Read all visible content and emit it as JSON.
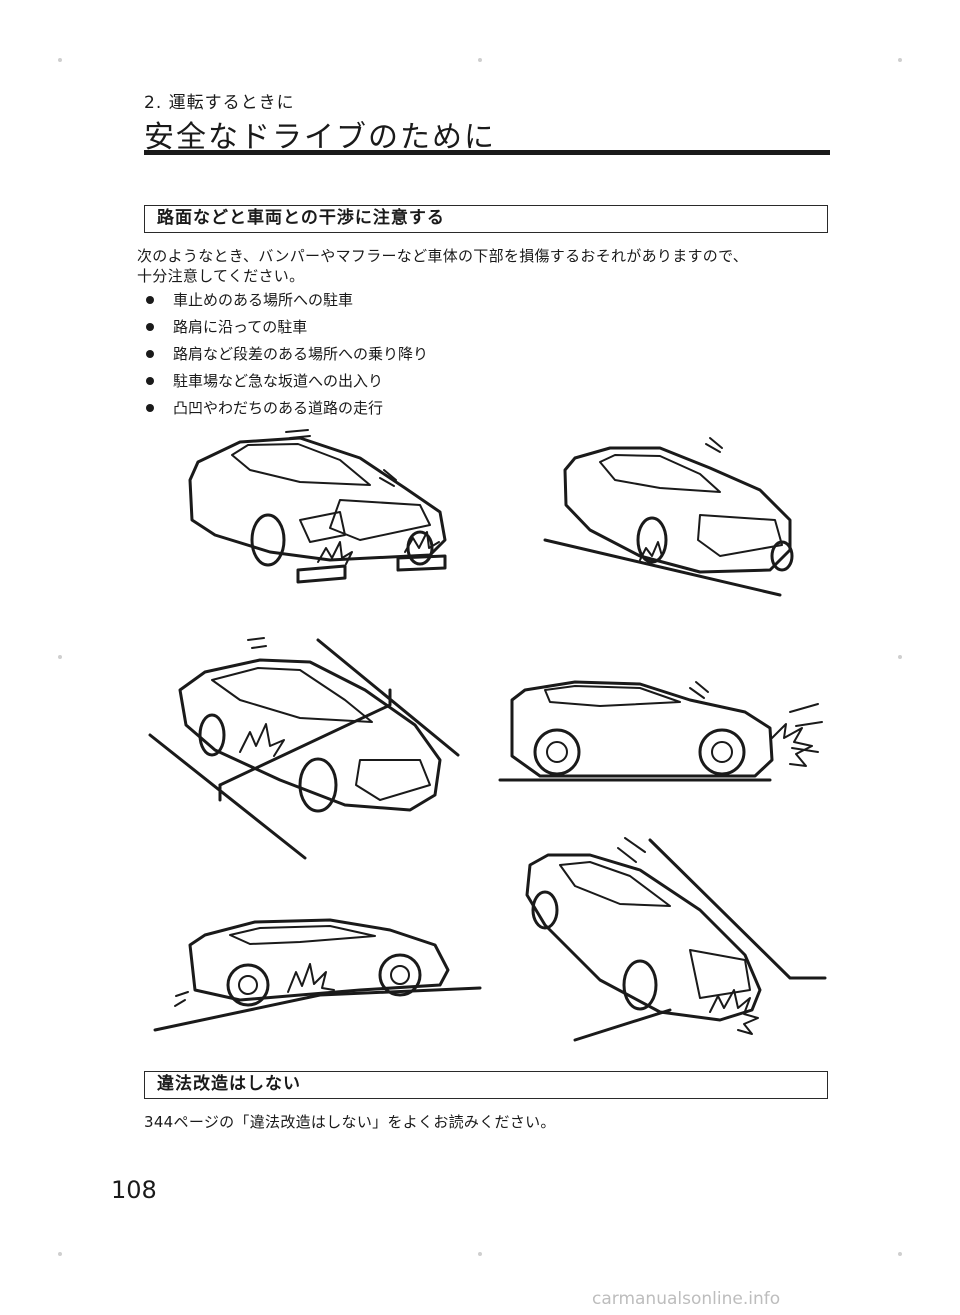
{
  "header": {
    "chapter": "2. 運転するときに",
    "title": "安全なドライブのために"
  },
  "section1": {
    "heading": "路面などと車両との干渉に注意する",
    "intro_line1": "次のようなとき、バンパーやマフラーなど車体の下部を損傷するおそれがありますので、",
    "intro_line2": "十分注意してください。",
    "bullets": [
      "車止めのある場所への駐車",
      "路肩に沿っての駐車",
      "路肩など段差のある場所への乗り降り",
      "駐車場など急な坂道への出入り",
      "凸凹やわだちのある道路の走行"
    ]
  },
  "section2": {
    "heading": "違法改造はしない",
    "text": "344ページの「違法改造はしない」をよくお読みください。"
  },
  "footer": {
    "page_number": "108",
    "watermark": "carmanualsonline.info"
  }
}
